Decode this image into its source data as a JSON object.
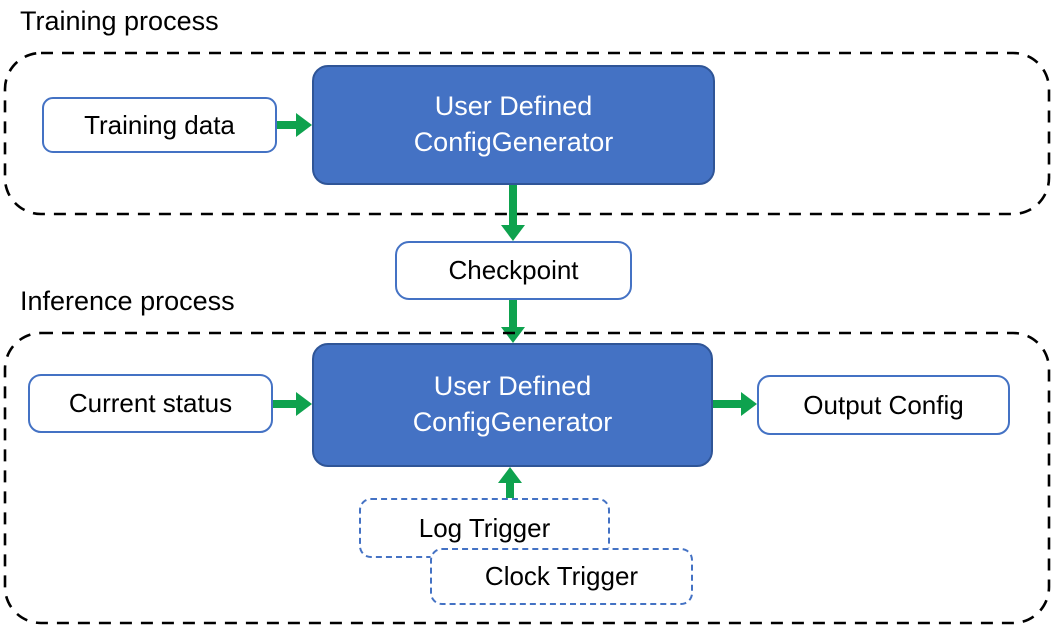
{
  "colors": {
    "background": "#FFFFFF",
    "generator_fill": "#4472C4",
    "generator_border": "#2F5597",
    "node_border": "#4472C4",
    "trigger_border": "#4472C4",
    "region_border": "#000000",
    "arrow_green": "#0EA24E",
    "text_dark": "#000000",
    "text_light": "#FFFFFF"
  },
  "training": {
    "label": "Training process",
    "input_label": "Training data",
    "generator_line1": "User Defined",
    "generator_line2": "ConfigGenerator"
  },
  "checkpoint_label": "Checkpoint",
  "inference": {
    "label": "Inference process",
    "input_label": "Current status",
    "generator_line1": "User Defined",
    "generator_line2": "ConfigGenerator",
    "output_label": "Output Config",
    "trigger1_label": "Log Trigger",
    "trigger2_label": "Clock Trigger"
  }
}
